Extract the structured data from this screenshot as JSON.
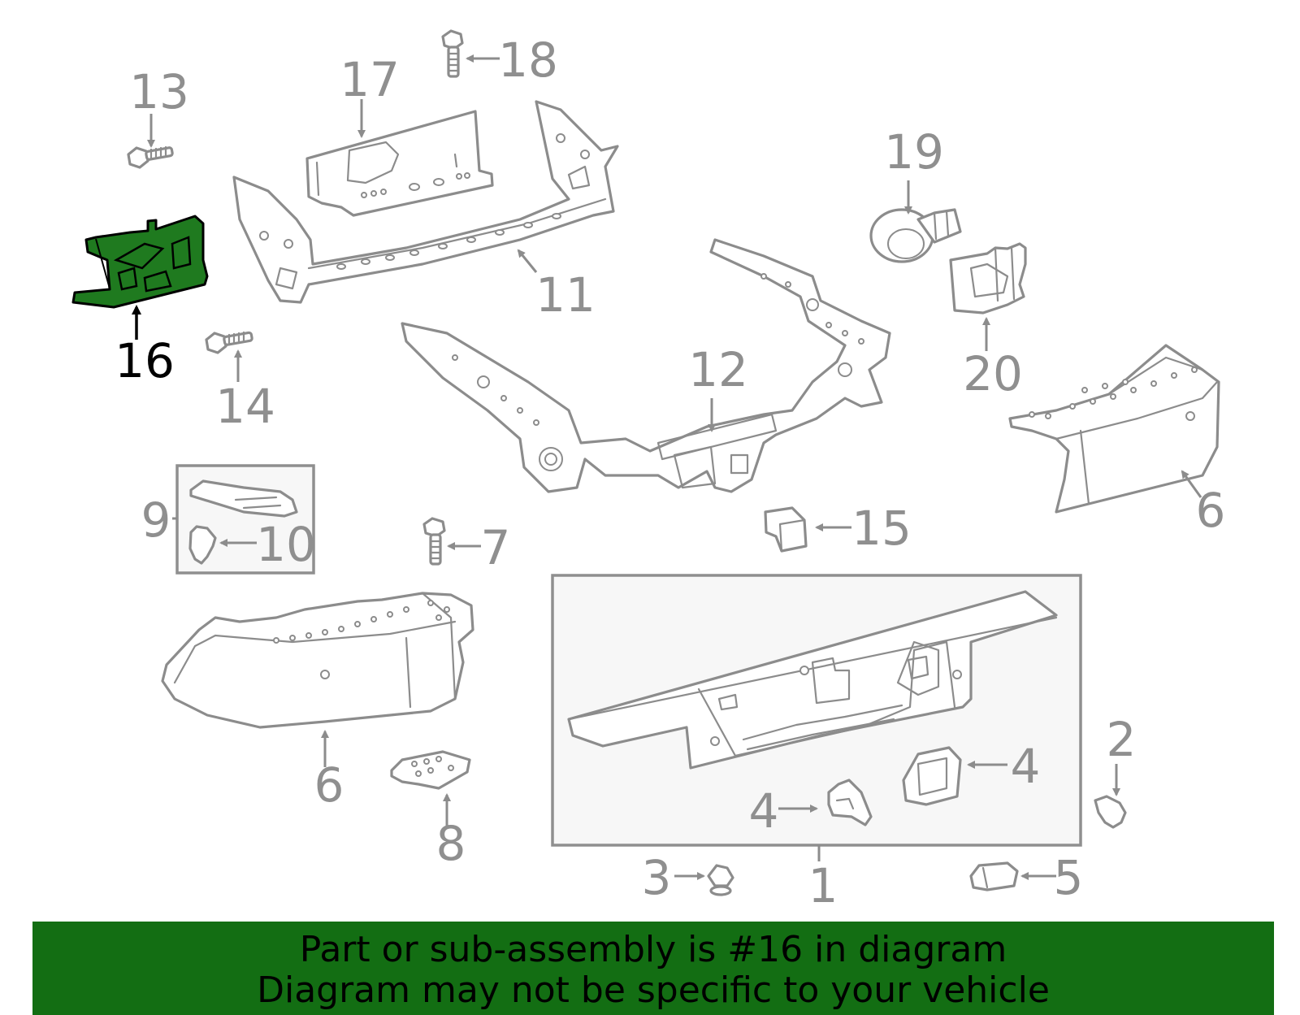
{
  "callouts": [
    "1",
    "2",
    "3",
    "4",
    "4",
    "5",
    "6",
    "6",
    "7",
    "8",
    "9",
    "10",
    "11",
    "12",
    "13",
    "14",
    "15",
    "16",
    "17",
    "18",
    "19",
    "20"
  ],
  "highlighted_part": "16",
  "highlight_color": "#136e13",
  "banner": {
    "line1": "Part or sub-assembly is #16 in diagram",
    "line2": "Diagram may not be specific to your vehicle",
    "background": "#136e13"
  }
}
